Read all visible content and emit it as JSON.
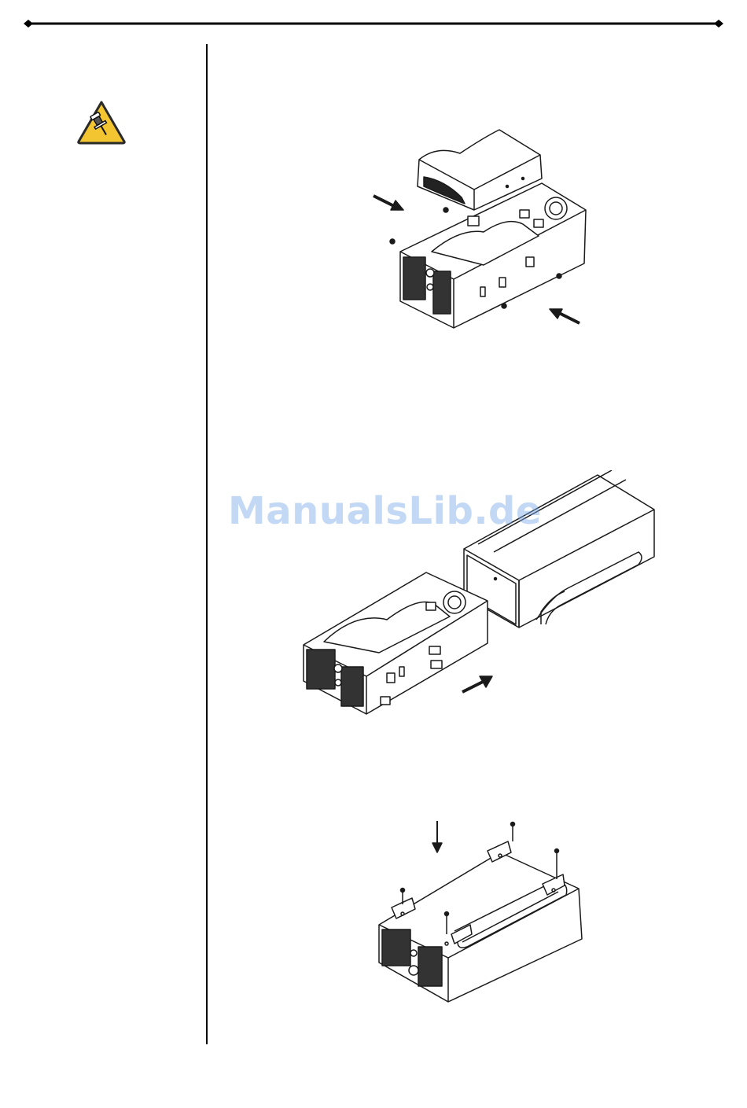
{
  "page": {
    "watermark_text": "ManualsLib.de",
    "colors": {
      "rule": "#000000",
      "warning_fill": "#f2c531",
      "warning_stroke": "#2a2a2a",
      "watermark": "#78a8e6",
      "drawing_line": "#1a1a1a"
    }
  },
  "icons": {
    "note": "pushpin-warning-icon"
  },
  "figures": [
    {
      "id": "fig1",
      "depicts": "hard-drive-insertion"
    },
    {
      "id": "fig2",
      "depicts": "slide-into-housing"
    },
    {
      "id": "fig3",
      "depicts": "attach-stand-screws"
    }
  ]
}
